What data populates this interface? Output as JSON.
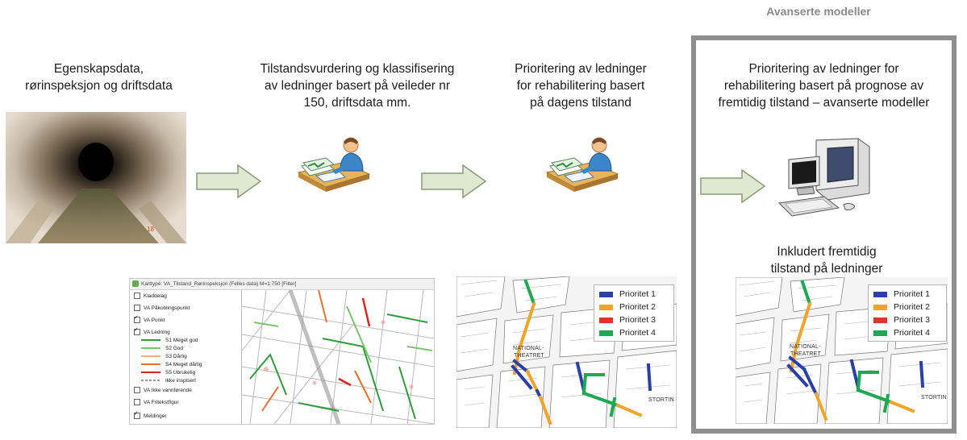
{
  "header": {
    "advanced_title": "Avanserte modeller"
  },
  "stages": [
    {
      "text": "Egenskapsdata,\nrørinspeksjon og driftsdata"
    },
    {
      "text": "Tilstandsvurdering og klassifisering\nav ledninger basert på veileder nr\n150, driftsdata mm."
    },
    {
      "text": "Prioritering av ledninger\nfor rehabilitering basert\npå dagens tilstand"
    },
    {
      "text": "Prioritering av ledninger for\nrehabilitering basert på prognose av\nfremtidig tilstand – avanserte modeller"
    }
  ],
  "future_label": "Inkludert fremtidig\ntilstand på ledninger",
  "photo_stamp": "18",
  "gis_window": {
    "title": "Karttype: VA_Tilstand_Rørinspeksjon (Felles data) M=1:750 [Filter]",
    "layers": [
      {
        "label": "Kladdelag",
        "checked": false
      },
      {
        "label": "VA Påkoblingspunkt",
        "checked": false
      },
      {
        "label": "VA Punkt",
        "checked": true
      },
      {
        "label": "VA Ledning",
        "checked": true
      }
    ],
    "classes": [
      {
        "label": "S1 Meget god",
        "color": "#2e9e3a"
      },
      {
        "label": "S2 God",
        "color": "#7cc46e"
      },
      {
        "label": "S3 Dårlig",
        "color": "#f0b27a"
      },
      {
        "label": "S4 Meget dårlig",
        "color": "#e8722f"
      },
      {
        "label": "S5 Ubrukelig",
        "color": "#d9261c"
      },
      {
        "label": "Ikke inspisert",
        "color": "#9a9a9a"
      }
    ],
    "layers_bottom": [
      {
        "label": "VA Ikke vannførende",
        "checked": false
      },
      {
        "label": "VA Fritekstfigur",
        "checked": false
      },
      {
        "label": "Meldinger",
        "checked": true
      }
    ]
  },
  "priority_legend": [
    {
      "label": "Prioritet 1",
      "color": "#2b3fa8"
    },
    {
      "label": "Prioritet 2",
      "color": "#f0a42a"
    },
    {
      "label": "Prioritet 3",
      "color": "#e0342b"
    },
    {
      "label": "Prioritet 4",
      "color": "#1fa852"
    }
  ],
  "map_labels": {
    "national": "NATIONAL-",
    "theatret": "THEATRET",
    "stortin": "STORTIN"
  },
  "colors": {
    "arrow_fill": "#dfe8d0",
    "arrow_stroke": "#8c9a79",
    "box_border": "#8f8f8f"
  },
  "icons": [
    "person-at-desk-icon",
    "person-at-desk-icon",
    "computer-icon"
  ]
}
